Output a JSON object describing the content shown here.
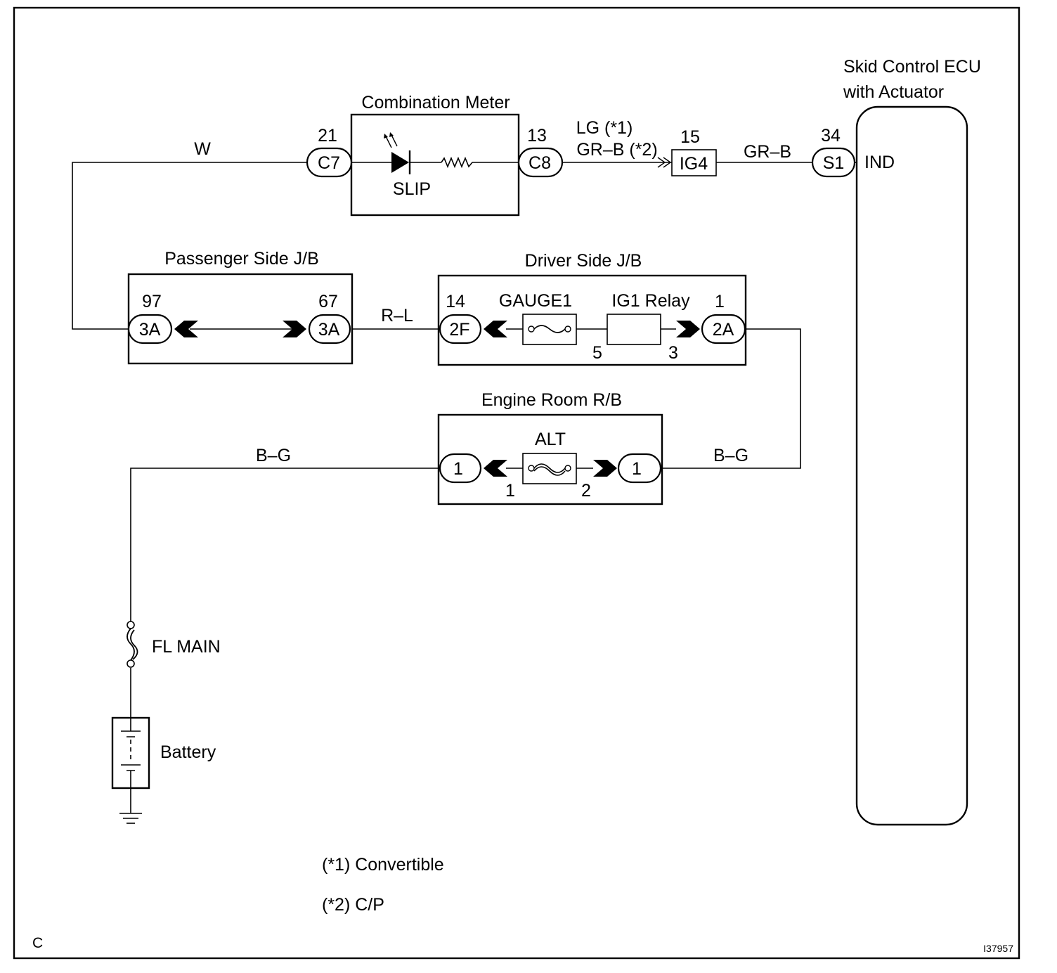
{
  "components": {
    "combination_meter": "Combination Meter",
    "slip": "SLIP",
    "skid_ecu_line1": "Skid Control ECU",
    "skid_ecu_line2": "with Actuator",
    "ind": "IND",
    "passenger_jb": "Passenger Side J/B",
    "driver_jb": "Driver Side J/B",
    "gauge1": "GAUGE1",
    "ig1_relay": "IG1 Relay",
    "engine_rb": "Engine Room R/B",
    "alt": "ALT",
    "fl_main": "FL MAIN",
    "battery": "Battery"
  },
  "connectors": {
    "c7": "C7",
    "c7_pin": "21",
    "c8": "C8",
    "c8_pin": "13",
    "ig4": "IG4",
    "ig4_pin": "15",
    "s1": "S1",
    "s1_pin": "34",
    "pj_left": "3A",
    "pj_left_pin": "97",
    "pj_right": "3A",
    "pj_right_pin": "67",
    "dj_left": "2F",
    "dj_left_pin": "14",
    "dj_right": "2A",
    "dj_right_pin": "1",
    "dj_relay_in": "5",
    "dj_relay_out": "3",
    "er_left": "1",
    "er_right": "1",
    "alt_pin_left": "1",
    "alt_pin_right": "2"
  },
  "wires": {
    "w": "W",
    "lg": "LG (*1)",
    "grb_alt": "GR–B (*2)",
    "grb": "GR–B",
    "rl": "R–L",
    "bg_left": "B–G",
    "bg_right": "B–G"
  },
  "notes": {
    "note1": "(*1) Convertible",
    "note2": "(*2) C/P"
  },
  "footer": {
    "corner_label": "C",
    "figure_id": "I37957"
  }
}
